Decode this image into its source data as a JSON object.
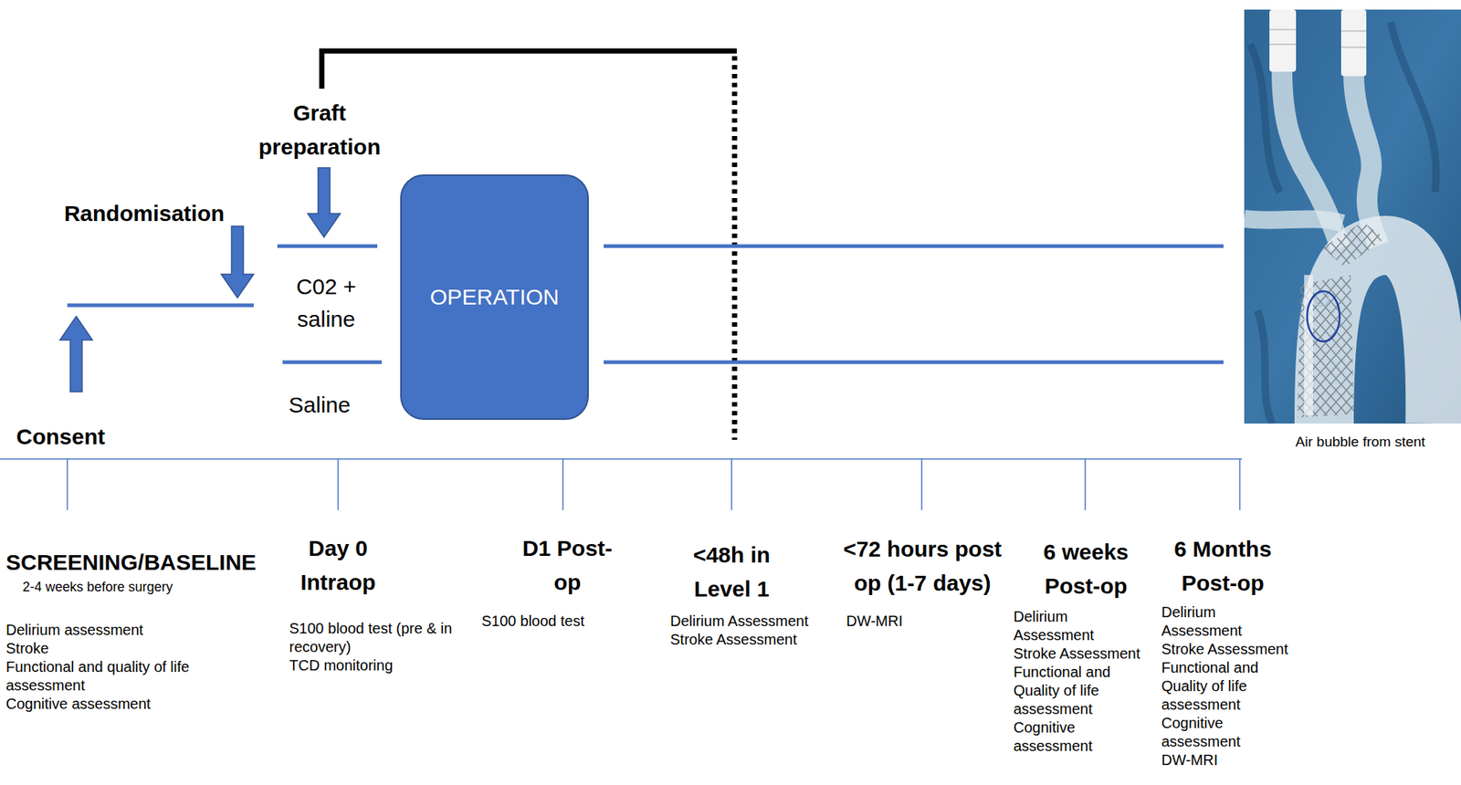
{
  "diagram": {
    "nodes": [
      {
        "text": [
          "OPERATION"
        ]
      }
    ],
    "labels": [
      "Graft preparation",
      "Randomisation",
      "C02 + saline",
      "Saline",
      "Consent",
      "Air bubble from stent",
      "SCREENING/BASELINE",
      "2-4 weeks before surgery",
      "Delirium assessment",
      "Stroke",
      "Functional and quality of life assessment",
      "Cognitive assessment",
      "Day 0 Intraop",
      "S100 blood test (pre & in recovery)",
      "TCD monitoring",
      "D1 Post-op",
      "S100 blood test",
      "<48h in Level 1",
      "Delirium Assessment",
      "Stroke Assessment",
      "<72 hours post op (1-7 days)",
      "DW-MRI",
      "6 weeks Post-op",
      "Delirium Assessment",
      "Stroke Assessment",
      "Functional and Quality of life assessment",
      "Cognitive assessment",
      "6 Months Post-op",
      "Delirium Assessment",
      "Stroke Assessment",
      "Functional and Quality of life assessment",
      "Cognitive assessment",
      "DW-MRI"
    ]
  }
}
